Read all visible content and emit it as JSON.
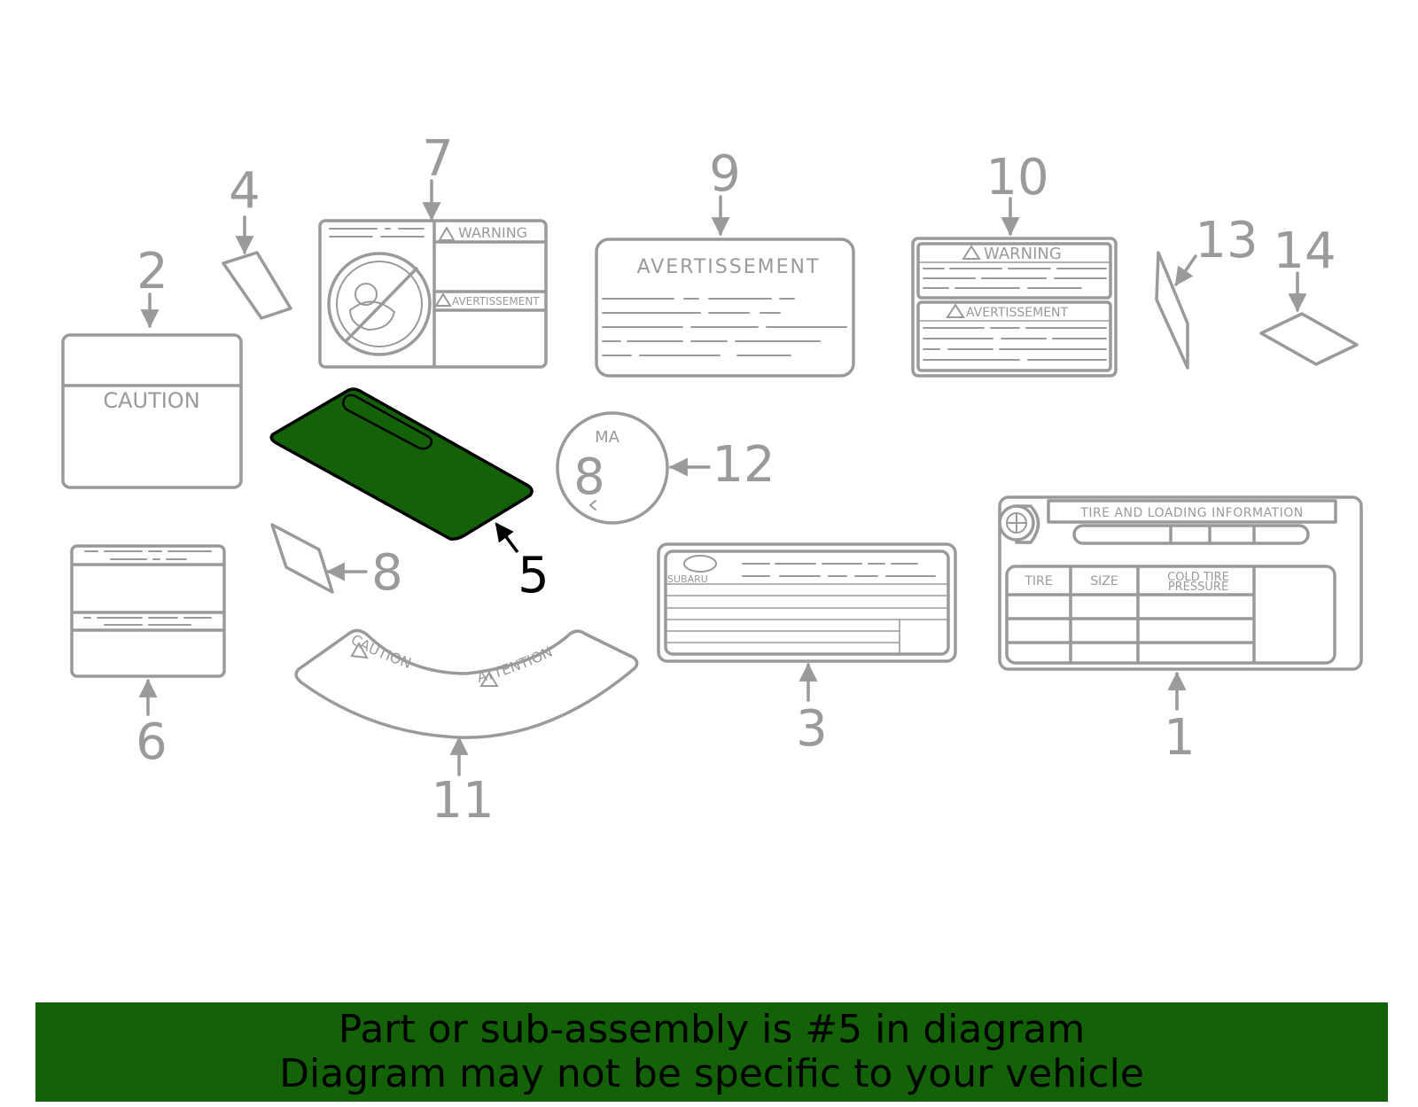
{
  "callouts": {
    "c1": "1",
    "c2": "2",
    "c3": "3",
    "c4": "4",
    "c5": "5",
    "c6": "6",
    "c7": "7",
    "c8": "8",
    "c9": "9",
    "c10": "10",
    "c11": "11",
    "c12": "12",
    "c13": "13",
    "c14": "14"
  },
  "labels": {
    "caution": "CAUTION",
    "warning": "WARNING",
    "avertissement": "AVERTISSEMENT",
    "tire_loading": "TIRE AND LOADING INFORMATION",
    "tire": "TIRE",
    "size": "SIZE",
    "cold_tire": "COLD TIRE",
    "pressure": "PRESSURE",
    "subaru": "SUBARU",
    "caution_arc": "CAUTION",
    "attention": "ATTENTION",
    "ma": "MA",
    "eight": "8"
  },
  "colors": {
    "highlight": "#136207",
    "line_gray": "#9a9a9a",
    "banner_text": "#000000"
  },
  "banner": {
    "line1": "Part or sub-assembly is #5 in diagram",
    "line2": "Diagram may not be specific to your vehicle"
  }
}
